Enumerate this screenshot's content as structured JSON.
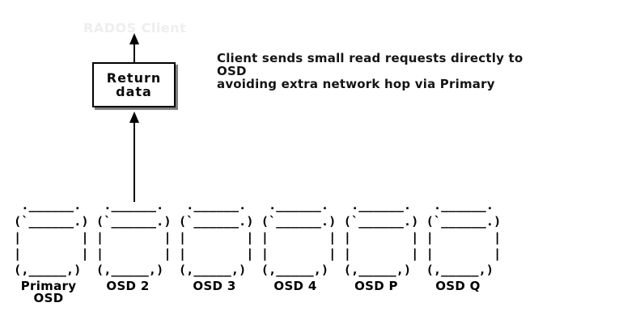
{
  "diagram": {
    "client_title": "RADOS Client",
    "return_box": {
      "line1": "Return",
      "line2": "data"
    },
    "annotation": "Client sends small read requests directly to OSD\navoiding extra network hop via Primary",
    "osd_row": {
      "art": [
        " .______.   .______.   .______.   .______.   .______.   .______.  ",
        "(`______.) (`______.) (`______.) (`______.) (`______.) (`______.) ",
        "|        | |        | |        | |        | |        | |        | ",
        "|        | |        | |        | |        | |        | |        | ",
        "(,_____,)  (,_____,)  (,_____,)  (,_____,)  (,_____,)  (,_____,)  "
      ],
      "labels": [
        "Primary\nOSD",
        "OSD 2",
        "OSD 3",
        "OSD 4",
        "OSD P",
        "OSD Q"
      ]
    },
    "colors": {
      "stroke": "#000000",
      "box_shadow": "#7d7d7d",
      "faint_title": "#eeeeee",
      "background": "#ffffff"
    }
  }
}
